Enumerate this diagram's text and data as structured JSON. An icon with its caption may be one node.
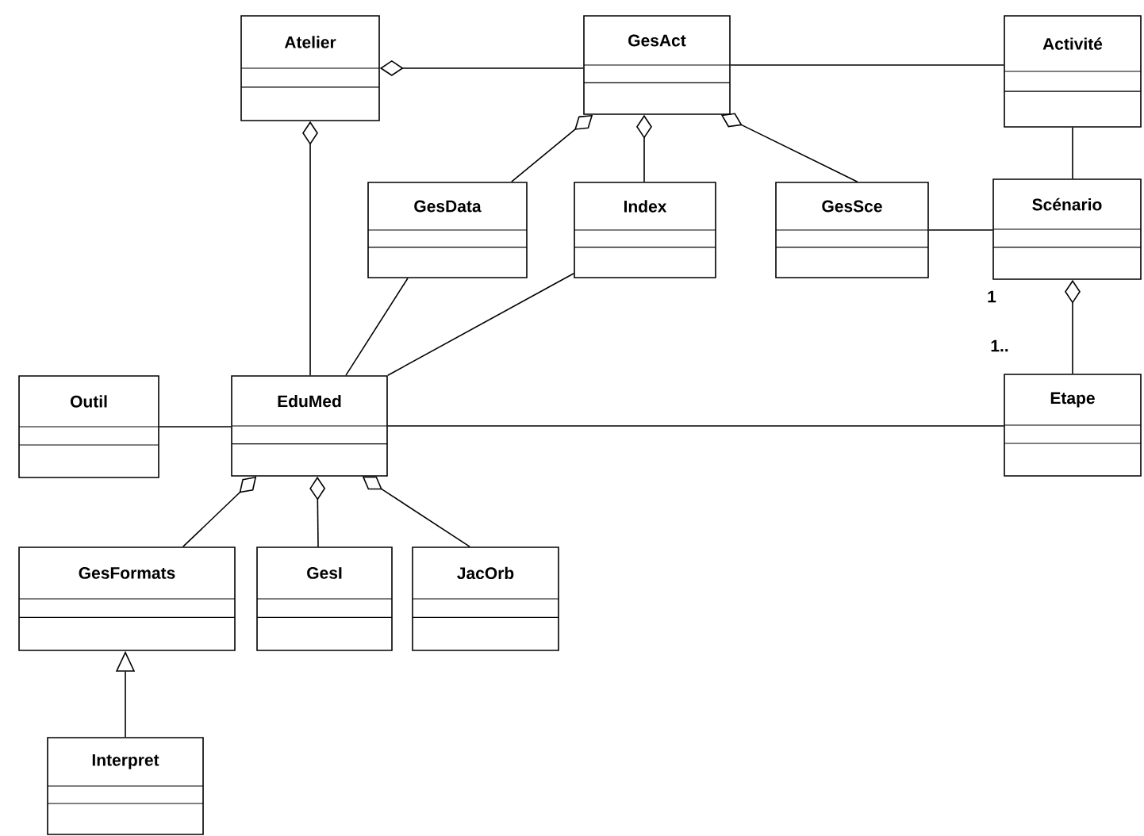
{
  "diagram": {
    "nodes": [
      {
        "text": [
          "Atelier"
        ]
      },
      {
        "text": [
          "GesAct"
        ]
      },
      {
        "text": [
          "Activité"
        ]
      },
      {
        "text": [
          "GesData"
        ]
      },
      {
        "text": [
          "Index"
        ]
      },
      {
        "text": [
          "GesSce"
        ]
      },
      {
        "text": [
          "Scénario"
        ]
      },
      {
        "text": [
          "Outil"
        ]
      },
      {
        "text": [
          "EduMed"
        ]
      },
      {
        "text": [
          "Etape"
        ]
      },
      {
        "text": [
          "GesFormats"
        ]
      },
      {
        "text": [
          "GesI"
        ]
      },
      {
        "text": [
          "JacOrb"
        ]
      },
      {
        "text": [
          "Interpret"
        ]
      }
    ],
    "edges": [
      {
        "from": 0,
        "to": 1,
        "arrow": "other"
      },
      {
        "from": 1,
        "to": 2,
        "arrow": "none"
      },
      {
        "from": 0,
        "to": 8,
        "arrow": "other"
      },
      {
        "from": 1,
        "to": 3,
        "arrow": "other"
      },
      {
        "from": 1,
        "to": 4,
        "arrow": "other"
      },
      {
        "from": 1,
        "to": 5,
        "arrow": "other"
      },
      {
        "from": 3,
        "to": 8,
        "arrow": "none"
      },
      {
        "from": 4,
        "to": 8,
        "arrow": "none"
      },
      {
        "from": 5,
        "to": 6,
        "arrow": "none"
      },
      {
        "from": 2,
        "to": 6,
        "arrow": "none"
      },
      {
        "from": 6,
        "to": 9,
        "arrow": "other"
      },
      {
        "from": 7,
        "to": 8,
        "arrow": "none"
      },
      {
        "from": 8,
        "to": 9,
        "arrow": "none"
      },
      {
        "from": 8,
        "to": 10,
        "arrow": "other"
      },
      {
        "from": 8,
        "to": 11,
        "arrow": "other"
      },
      {
        "from": 8,
        "to": 12,
        "arrow": "other"
      },
      {
        "from": 13,
        "to": 10,
        "arrow": "to"
      }
    ],
    "labels": [
      "1",
      "1.."
    ]
  }
}
